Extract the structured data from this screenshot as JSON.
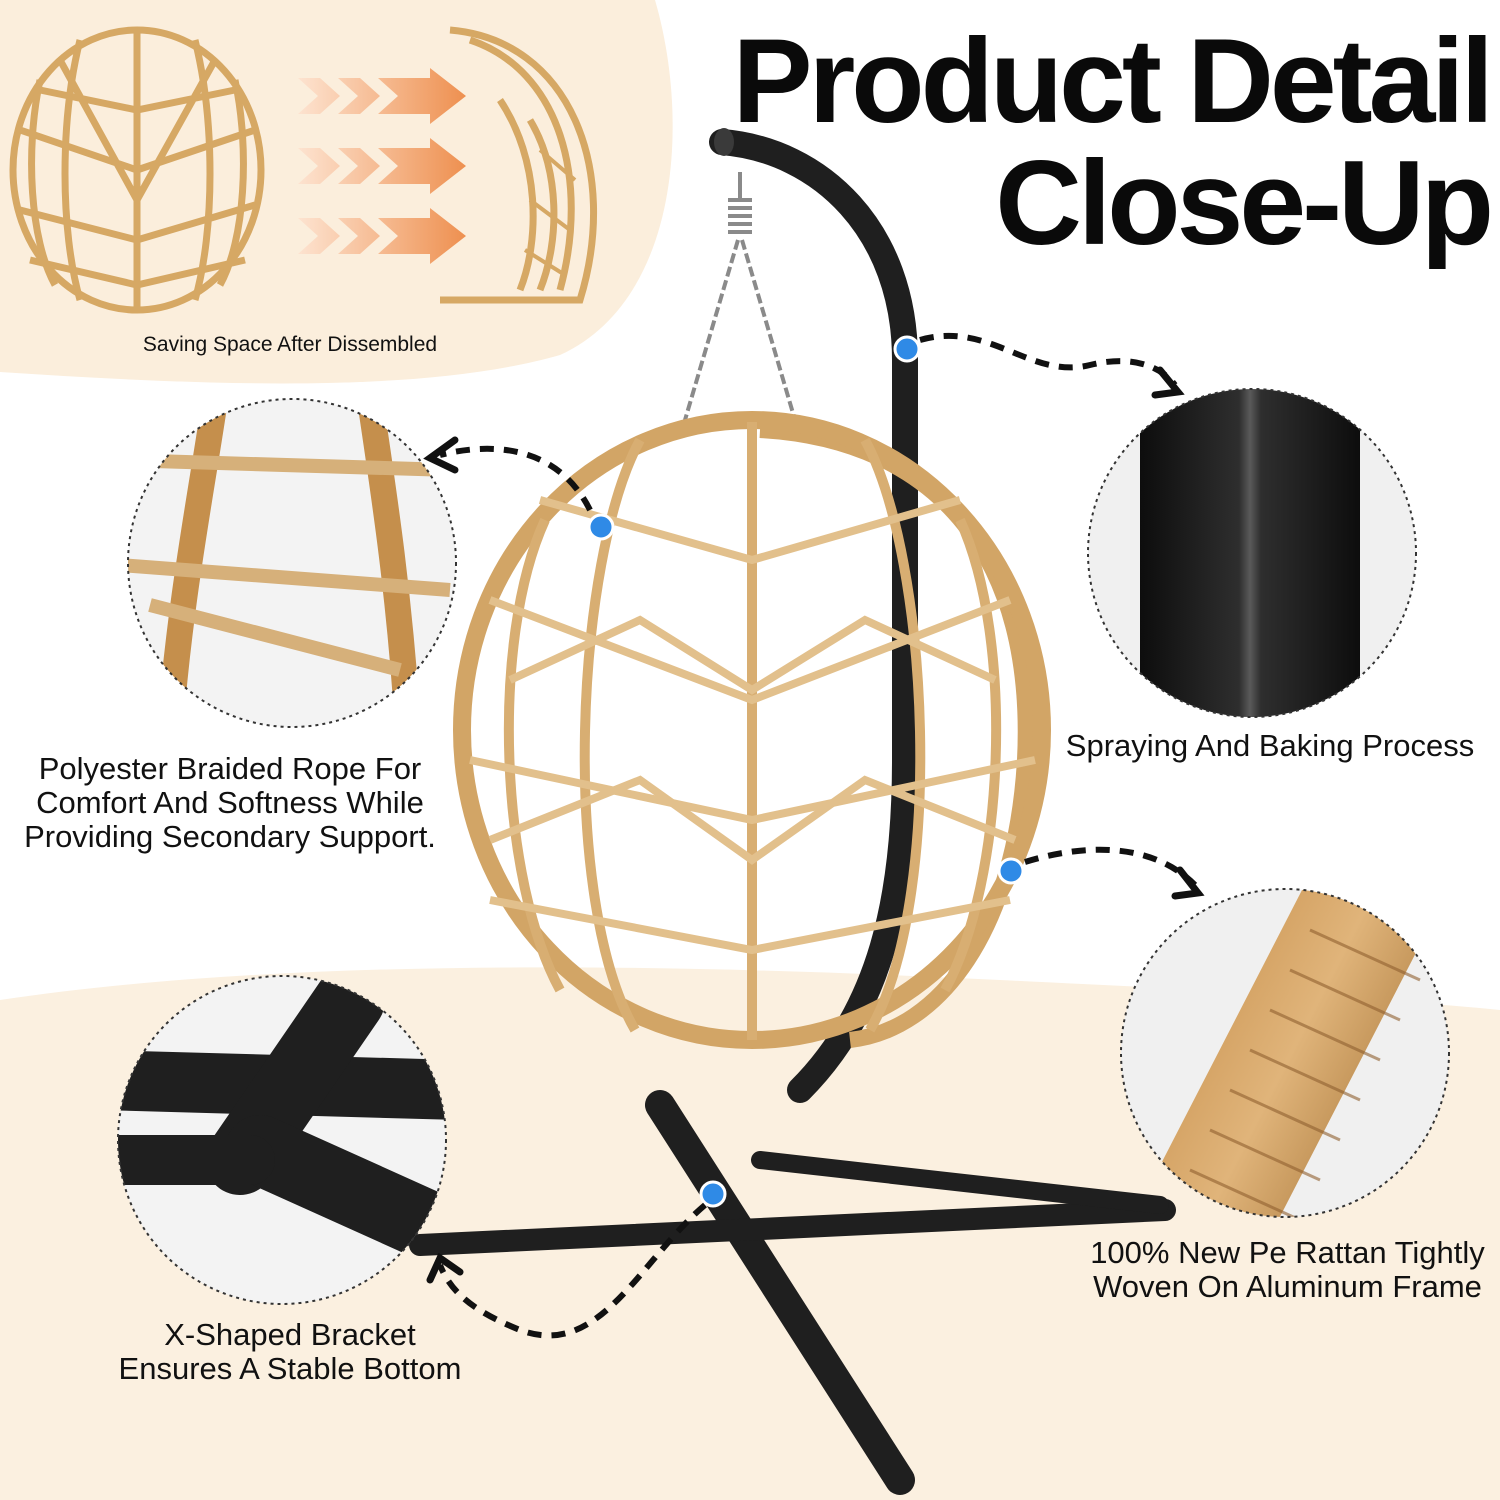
{
  "title": {
    "line1": "Product Detail",
    "line2": "Close-Up"
  },
  "captions": {
    "space_saving": "Saving Space After Dissembled",
    "rope": [
      "Polyester Braided Rope For",
      "Comfort And Softness While",
      "Providing Secondary Support."
    ],
    "spraying": "Spraying And Baking Process",
    "rattan": [
      "100% New Pe Rattan Tightly",
      "Woven On Aluminum Frame"
    ],
    "bracket": [
      "X-Shaped Bracket",
      "Ensures A Stable Bottom"
    ]
  },
  "colors": {
    "background": "#ffffff",
    "beige_panel": "#fbeedc",
    "rattan": "#d2a566",
    "rattan_dark": "#b98845",
    "frame": "#1f1f1f",
    "marker": "#2f8ae6",
    "arrow_gradient_start": "#fde3d0",
    "arrow_gradient_end": "#ee9050"
  },
  "icons": {
    "hotspot": "dot-marker-icon",
    "pointer": "dashed-arrow-icon"
  }
}
